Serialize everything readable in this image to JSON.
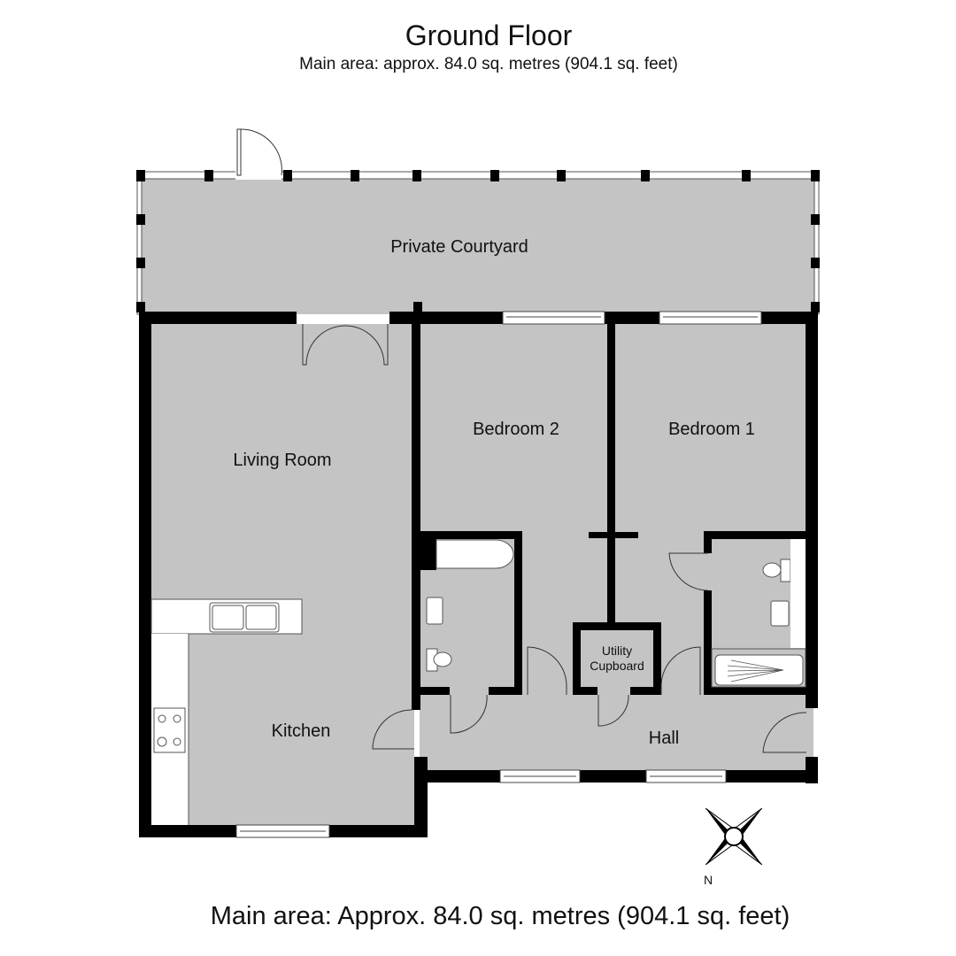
{
  "header": {
    "title": "Ground Floor",
    "subtitle": "Main area: approx. 84.0 sq. metres (904.1 sq. feet)"
  },
  "rooms": {
    "courtyard": "Private Courtyard",
    "living_room": "Living Room",
    "bedroom2": "Bedroom 2",
    "bedroom1": "Bedroom 1",
    "kitchen": "Kitchen",
    "hall": "Hall",
    "utility_line1": "Utility",
    "utility_line2": "Cupboard"
  },
  "compass": {
    "north_label": "N"
  },
  "footer": {
    "area_text": "Main area: Approx. 84.0 sq. metres (904.1 sq. feet)"
  },
  "colors": {
    "floor": "#c4c4c4",
    "wall": "#000000",
    "fixture": "#ffffff"
  }
}
